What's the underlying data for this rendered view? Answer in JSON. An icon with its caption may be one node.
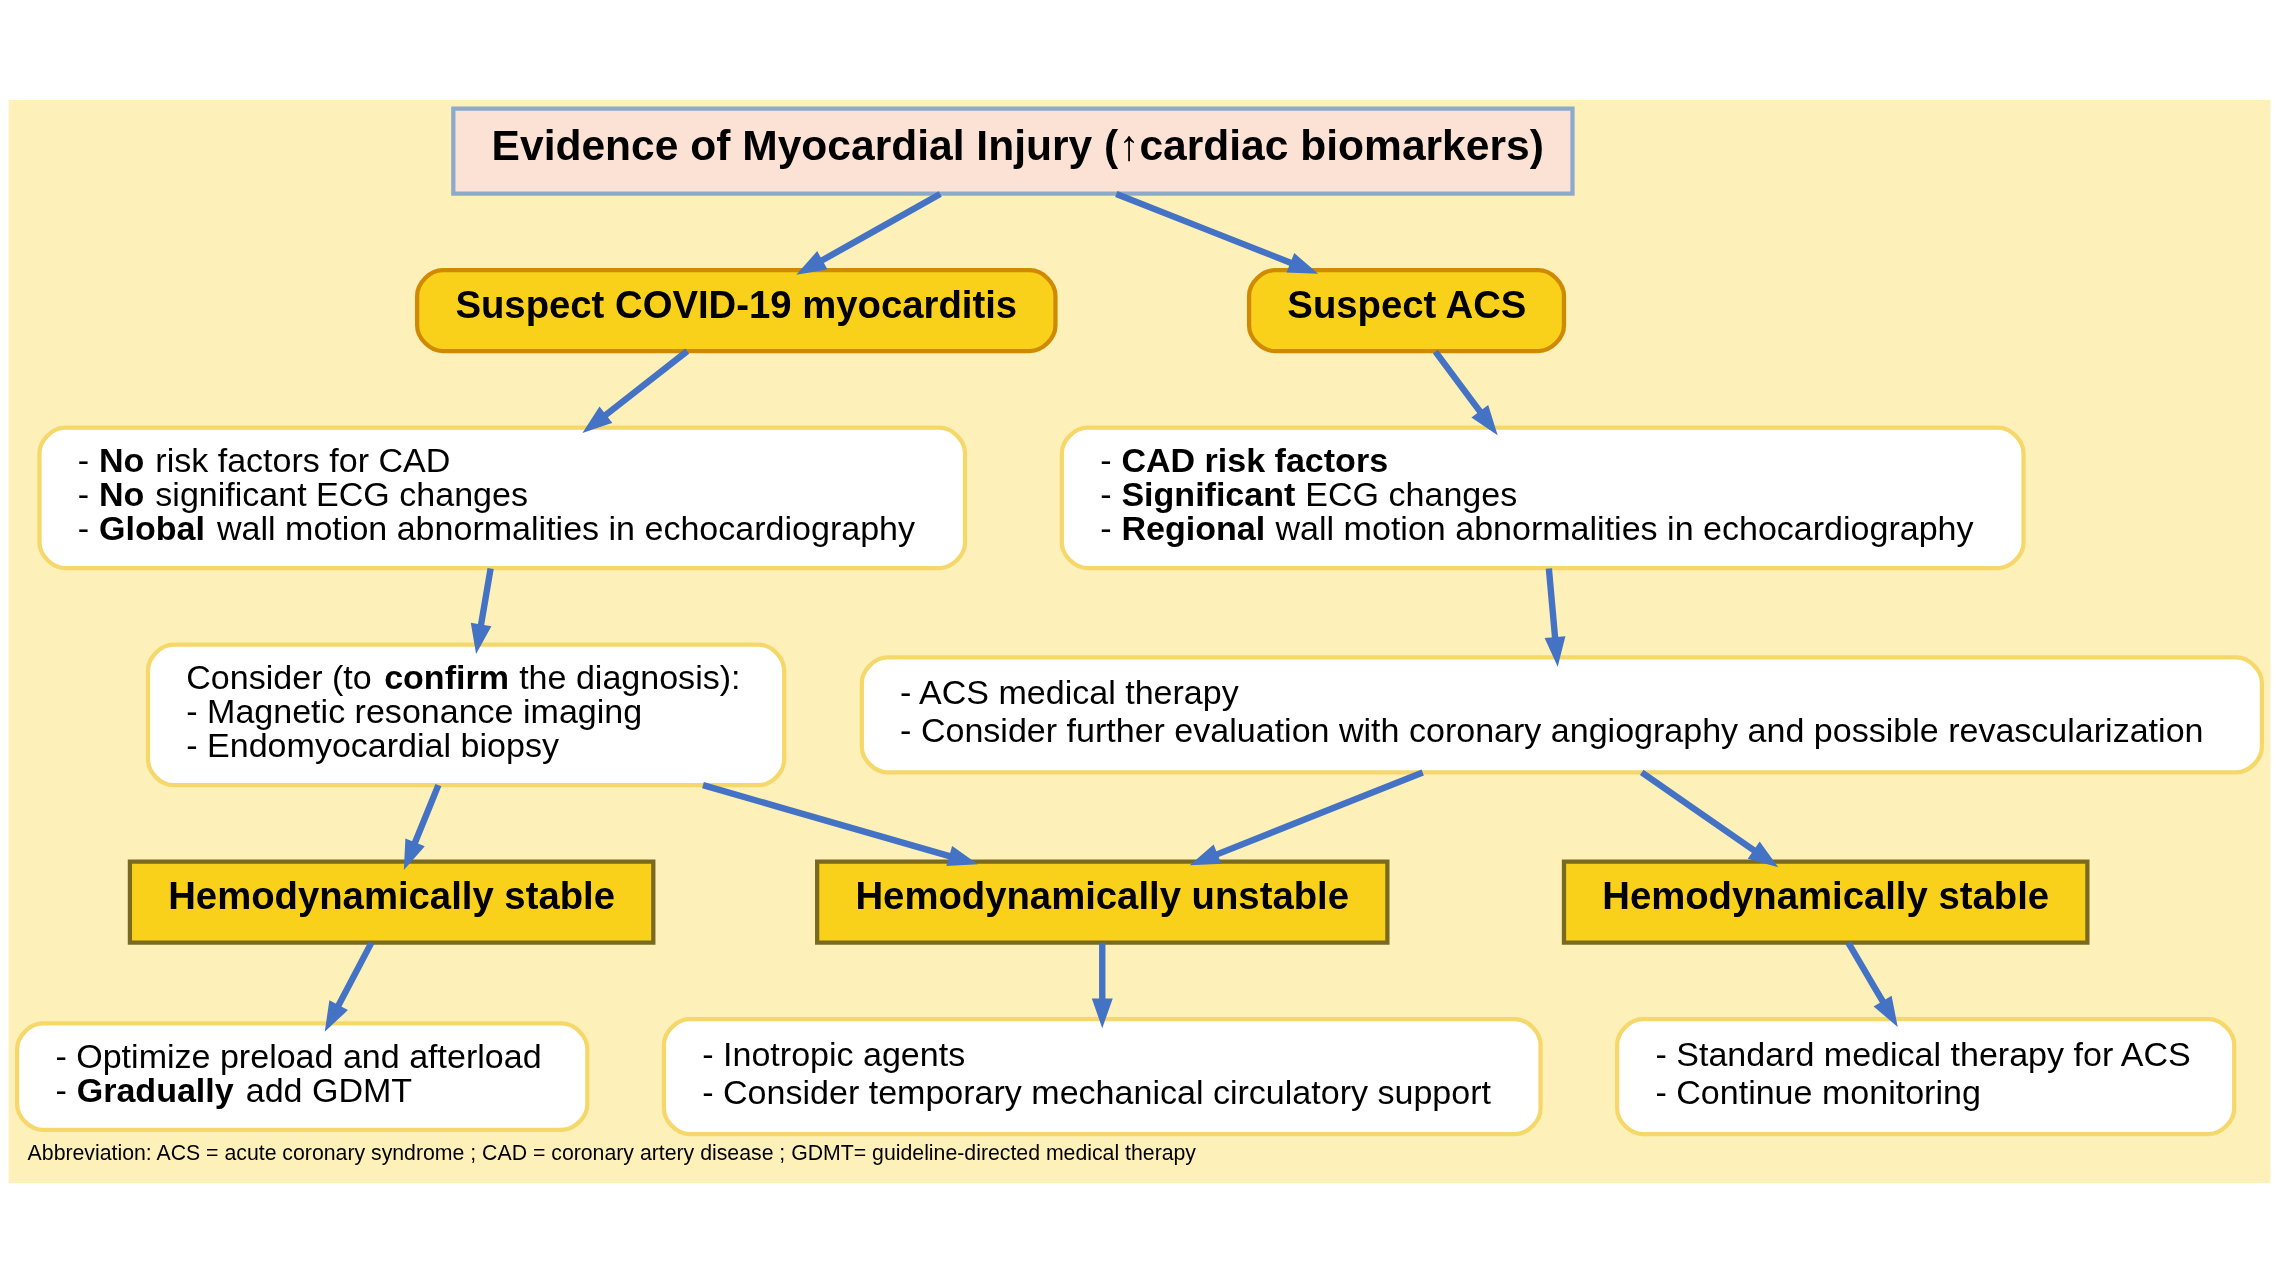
{
  "diagram": {
    "caption": "Abbreviation: ACS = acute coronary syndrome ; CAD = coronary artery disease ; GDMT= guideline-directed medical therapy",
    "nodes": [
      {
        "text": [
          "Evidence of Myocardial Injury (↑cardiac biomarkers)"
        ]
      },
      {
        "text": [
          "Suspect COVID-19 myocarditis"
        ]
      },
      {
        "text": [
          "Suspect ACS"
        ]
      },
      {
        "text": [
          "- **No** risk factors for CAD",
          "- **No** significant ECG changes",
          "- **Global** wall motion abnormalities in echocardiography"
        ]
      },
      {
        "text": [
          "- **CAD risk factors**",
          "- **Significant** ECG changes",
          "- **Regional** wall motion abnormalities in echocardiography"
        ]
      },
      {
        "text": [
          "Consider (to **confirm** the diagnosis):",
          "- Magnetic resonance imaging",
          "- Endomyocardial biopsy"
        ]
      },
      {
        "text": [
          "- ACS medical therapy",
          "- Consider further evaluation with coronary angiography and possible revascularization"
        ]
      },
      {
        "text": [
          "Hemodynamically stable"
        ]
      },
      {
        "text": [
          "Hemodynamically unstable"
        ]
      },
      {
        "text": [
          "Hemodynamically stable"
        ]
      },
      {
        "text": [
          "- Optimize preload and afterload",
          "- **Gradually** add GDMT"
        ]
      },
      {
        "text": [
          "- Inotropic agents",
          "- Consider temporary mechanical circulatory support"
        ]
      },
      {
        "text": [
          "- Standard medical therapy for ACS",
          "- Continue monitoring"
        ]
      }
    ],
    "edges": [
      {
        "from": 0,
        "to": 1,
        "arrow": "to"
      },
      {
        "from": 0,
        "to": 2,
        "arrow": "to"
      },
      {
        "from": 1,
        "to": 3,
        "arrow": "to"
      },
      {
        "from": 2,
        "to": 4,
        "arrow": "to"
      },
      {
        "from": 3,
        "to": 5,
        "arrow": "to"
      },
      {
        "from": 4,
        "to": 6,
        "arrow": "to"
      },
      {
        "from": 5,
        "to": 7,
        "arrow": "to"
      },
      {
        "from": 5,
        "to": 8,
        "arrow": "to"
      },
      {
        "from": 6,
        "to": 8,
        "arrow": "to"
      },
      {
        "from": 6,
        "to": 9,
        "arrow": "to"
      },
      {
        "from": 7,
        "to": 10,
        "arrow": "to"
      },
      {
        "from": 8,
        "to": 11,
        "arrow": "to"
      },
      {
        "from": 9,
        "to": 12,
        "arrow": "to"
      }
    ]
  }
}
